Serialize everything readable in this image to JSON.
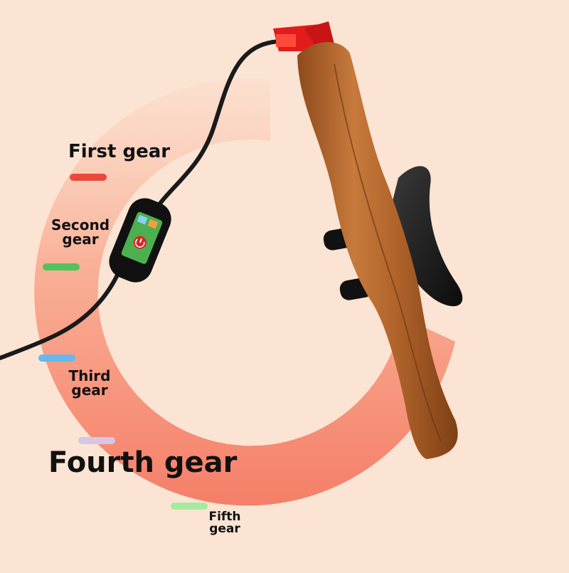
{
  "gears": [
    {
      "label": "First gear",
      "color": "#e9493b"
    },
    {
      "label": "Second gear",
      "color": "#52c25a"
    },
    {
      "label": "Third gear",
      "color": "#66b9ea"
    },
    {
      "label": "Fourth gear",
      "color": "#d7c6e6"
    },
    {
      "label": "Fifth gear",
      "color": "#a6eaa0"
    }
  ],
  "controller": {
    "power_icon": "power-icon"
  },
  "colors": {
    "background": "#fbe4d3",
    "arc_light": "#fcd9c6",
    "arc_dark": "#f4735c",
    "wood": "#b8672e",
    "plug": "#e11c1c",
    "cable": "#1a1a1a"
  }
}
